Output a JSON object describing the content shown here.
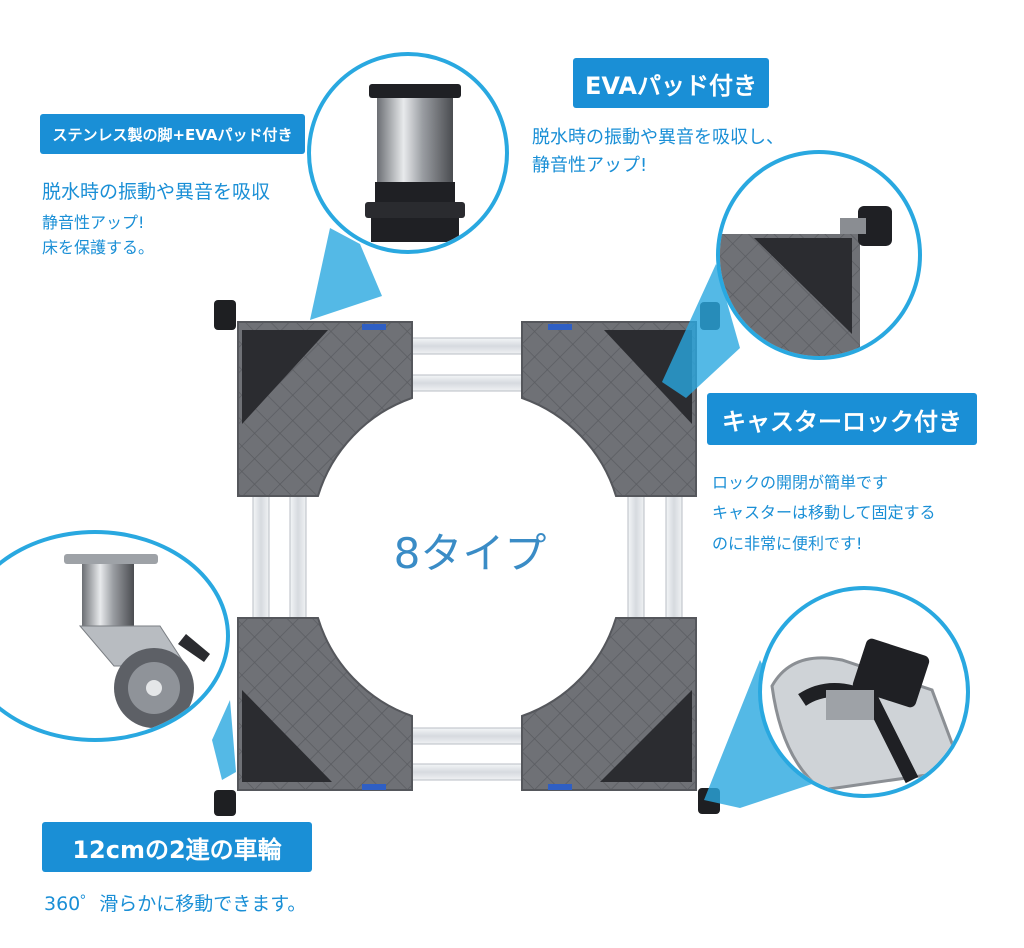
{
  "features": {
    "stainless_leg": {
      "title": "ステンレス製の脚+EVAパッド付き",
      "lines": [
        "脱水時の振動や異音を吸収",
        "静音性アップ!",
        "床を保護する。"
      ]
    },
    "eva_pad": {
      "title": "EVAパッド付き",
      "lines": [
        "脱水時の振動や異音を吸収し、",
        "静音性アップ!"
      ]
    },
    "caster_lock": {
      "title": "キャスターロック付き",
      "lines": [
        "ロックの開閉が簡単です",
        "キャスターは移動して固定する",
        "のに非常に便利です!"
      ]
    },
    "double_wheel": {
      "title": "12cmの2連の車輪",
      "lines": [
        "360゜滑らかに移動できます。"
      ]
    }
  },
  "center_text": "8タイプ",
  "colors": {
    "accent": "#1a8fd6",
    "circle_border": "#29a8e0",
    "pad_gray": "#6f7176",
    "pad_dark": "#2b2c30",
    "rail": "#e4e7ea"
  },
  "icons": [
    "adjustable-foot-icon",
    "caster-wheel-icon",
    "caster-lock-icon",
    "corner-pad-icon"
  ]
}
